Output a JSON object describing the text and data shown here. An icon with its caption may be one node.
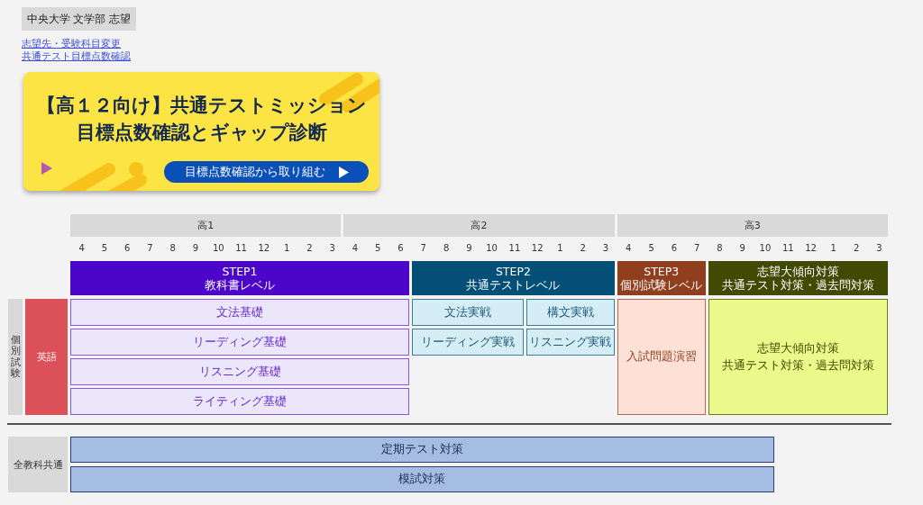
{
  "diagram": {
    "nodes": [
      {
        "text": [
          "中央大学 文学部 志望"
        ]
      },
      {
        "text": [
          "【高１２向け】共通テストミッション",
          "目標点数確認とギャップ診断"
        ]
      },
      {
        "text": [
          "目標点数確認から取り組む"
        ],
        "in": 1
      },
      {
        "text": [
          "高1"
        ]
      },
      {
        "text": [
          "高2"
        ]
      },
      {
        "text": [
          "高3"
        ]
      },
      {
        "text": [
          "STEP1",
          "教科書レベル"
        ]
      },
      {
        "text": [
          "STEP2",
          "共通テストレベル"
        ]
      },
      {
        "text": [
          "STEP3",
          "個別試験レベル"
        ]
      },
      {
        "text": [
          "志望大傾向対策",
          "共通テスト対策・過去問対策"
        ]
      },
      {
        "text": [
          "個別試験"
        ]
      },
      {
        "text": [
          "英語"
        ]
      },
      {
        "text": [
          "文法基礎"
        ]
      },
      {
        "text": [
          "文法実戦"
        ]
      },
      {
        "text": [
          "構文実戦"
        ]
      },
      {
        "text": [
          "入試問題演習"
        ]
      },
      {
        "text": [
          "志望大傾向対策",
          "共通テスト対策・過去問対策"
        ]
      },
      {
        "text": [
          "リーディング基礎"
        ]
      },
      {
        "text": [
          "リーディング実戦"
        ]
      },
      {
        "text": [
          "リスニング実戦"
        ]
      },
      {
        "text": [
          "リスニング基礎"
        ]
      },
      {
        "text": [
          "ライティング基礎"
        ]
      },
      {
        "text": [
          "全教科共通"
        ]
      },
      {
        "text": [
          "定期テスト対策"
        ]
      },
      {
        "text": [
          "模試対策"
        ]
      }
    ],
    "labels": [
      "志望先・受験科目変更",
      "共通テスト目標点数確認",
      "4",
      "5",
      "6",
      "7",
      "8",
      "9",
      "10",
      "11",
      "12",
      "1",
      "2",
      "3",
      "4",
      "5",
      "6",
      "7",
      "8",
      "9",
      "10",
      "11",
      "12",
      "1",
      "2",
      "3",
      "4",
      "5",
      "6",
      "7",
      "8",
      "9",
      "10",
      "11",
      "12",
      "1",
      "2",
      "3"
    ]
  }
}
